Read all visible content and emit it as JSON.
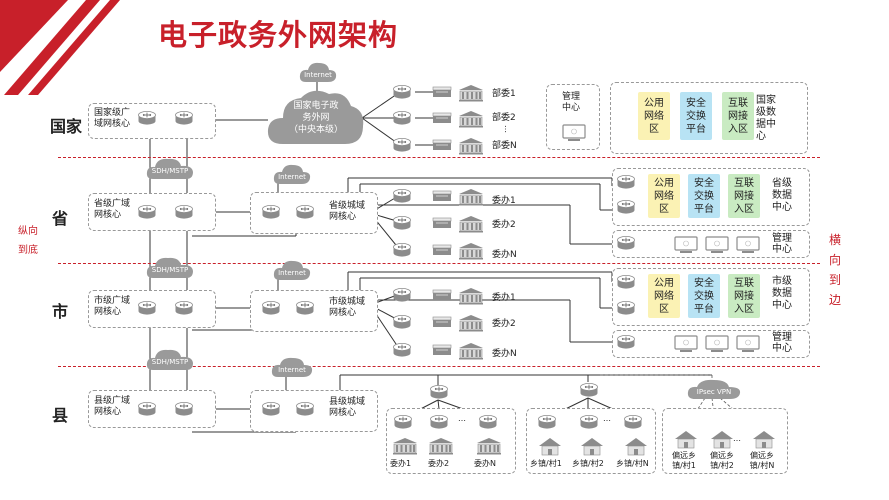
{
  "title": "电子政务外网架构",
  "levels": {
    "national": "国家",
    "province": "省",
    "city": "市",
    "county": "县"
  },
  "left_note": "纵向\n到底",
  "right_note": "横\n向\n到\n边",
  "national": {
    "wan_core": "国家级广\n域网核心",
    "cloud_internet": "Internet",
    "cloud_main": "国家电子政\n务外网\n（中央本级）",
    "depts": [
      "部委1",
      "部委2",
      "部委N"
    ],
    "mgmt": "管理\n中心",
    "zones": [
      "公用\n网络\n区",
      "安全\n交换\n平台",
      "互联\n网接\n入区"
    ],
    "dc": "国家\n级数\n据中\n心"
  },
  "province": {
    "sdh": "SDH/MSTP",
    "wan_core": "省级广域\n网核心",
    "internet": "Internet",
    "metro_core": "省级城域\n网核心",
    "offices": [
      "委办1",
      "委办2",
      "委办N"
    ],
    "zones": [
      "公用\n网络\n区",
      "安全\n交换\n平台",
      "互联\n网接\n入区"
    ],
    "dc": "省级\n数据\n中心",
    "mgmt": "管理\n中心"
  },
  "city": {
    "sdh": "SDH/MSTP",
    "wan_core": "市级广域\n网核心",
    "internet": "Internet",
    "metro_core": "市级城域\n网核心",
    "offices": [
      "委办1",
      "委办2",
      "委办N"
    ],
    "zones": [
      "公用\n网络\n区",
      "安全\n交换\n平台",
      "互联\n网接\n入区"
    ],
    "dc": "市级\n数据\n中心",
    "mgmt": "管理\n中心"
  },
  "county": {
    "sdh": "SDH/MSTP",
    "wan_core": "县级广域\n网核心",
    "internet": "Internet",
    "metro_core": "县级城域\n网核心",
    "offices": [
      "委办1",
      "委办2",
      "委办N"
    ],
    "towns": [
      "乡镇/村1",
      "乡镇/村2",
      "乡镇/村N"
    ],
    "ipsec": "IPsec VPN",
    "remote": [
      "偏远乡\n镇/村1",
      "偏远乡\n镇/村2",
      "偏远乡\n镇/村N"
    ]
  },
  "dots": "…",
  "colors": {
    "accent": "#c8202a",
    "router_top": "#ffffff",
    "router_bottom": "#8c8c8c",
    "cloud": "#9a9a9a"
  }
}
